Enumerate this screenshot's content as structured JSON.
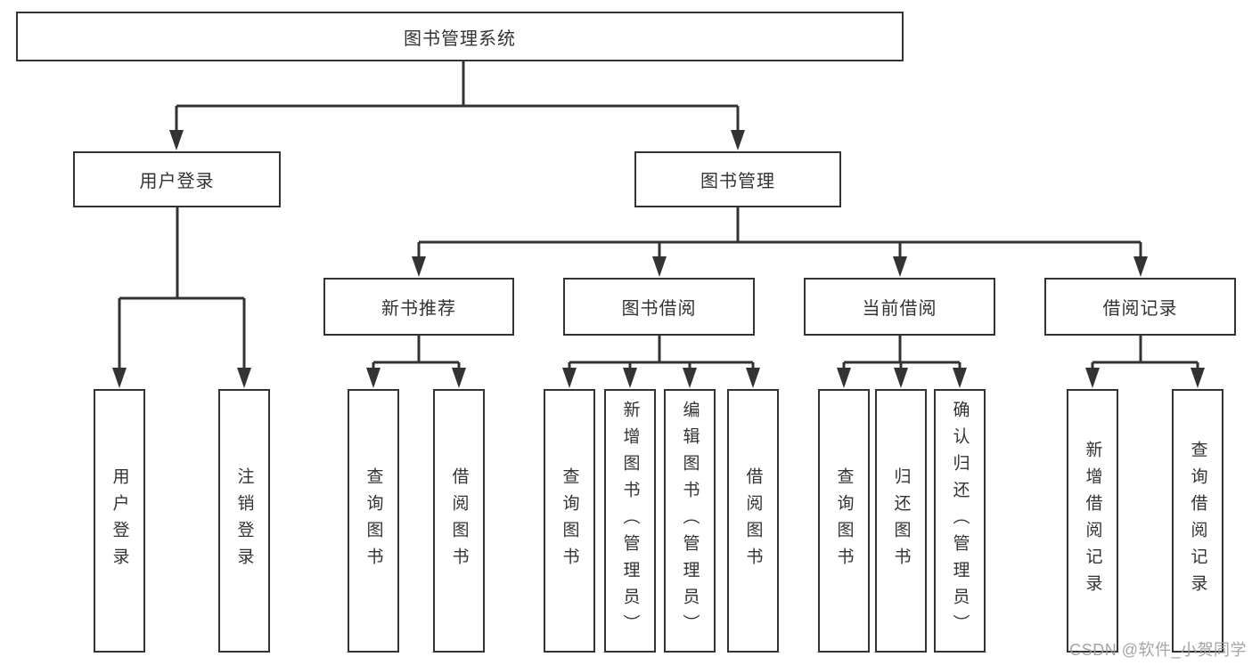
{
  "diagram": {
    "root": "图书管理系统",
    "branches": [
      {
        "label": "用户登录",
        "children": [
          "用户登录",
          "注销登录"
        ]
      },
      {
        "label": "图书管理",
        "sections": [
          {
            "label": "新书推荐",
            "children": [
              "查询图书",
              "借阅图书"
            ]
          },
          {
            "label": "图书借阅",
            "children": [
              "查询图书",
              "新增图书（管理员）",
              "编辑图书（管理员）",
              "借阅图书"
            ]
          },
          {
            "label": "当前借阅",
            "children": [
              "查询图书",
              "归还图书",
              "确认归还（管理员）"
            ]
          },
          {
            "label": "借阅记录",
            "children": [
              "新增借阅记录",
              "查询借阅记录"
            ]
          }
        ]
      }
    ]
  },
  "watermark": "CSDN @软件_小贺同学",
  "colors": {
    "line": "#333333",
    "box_border": "#333333",
    "text": "#333333",
    "background": "#ffffff",
    "watermark": "#9a9a9a"
  }
}
